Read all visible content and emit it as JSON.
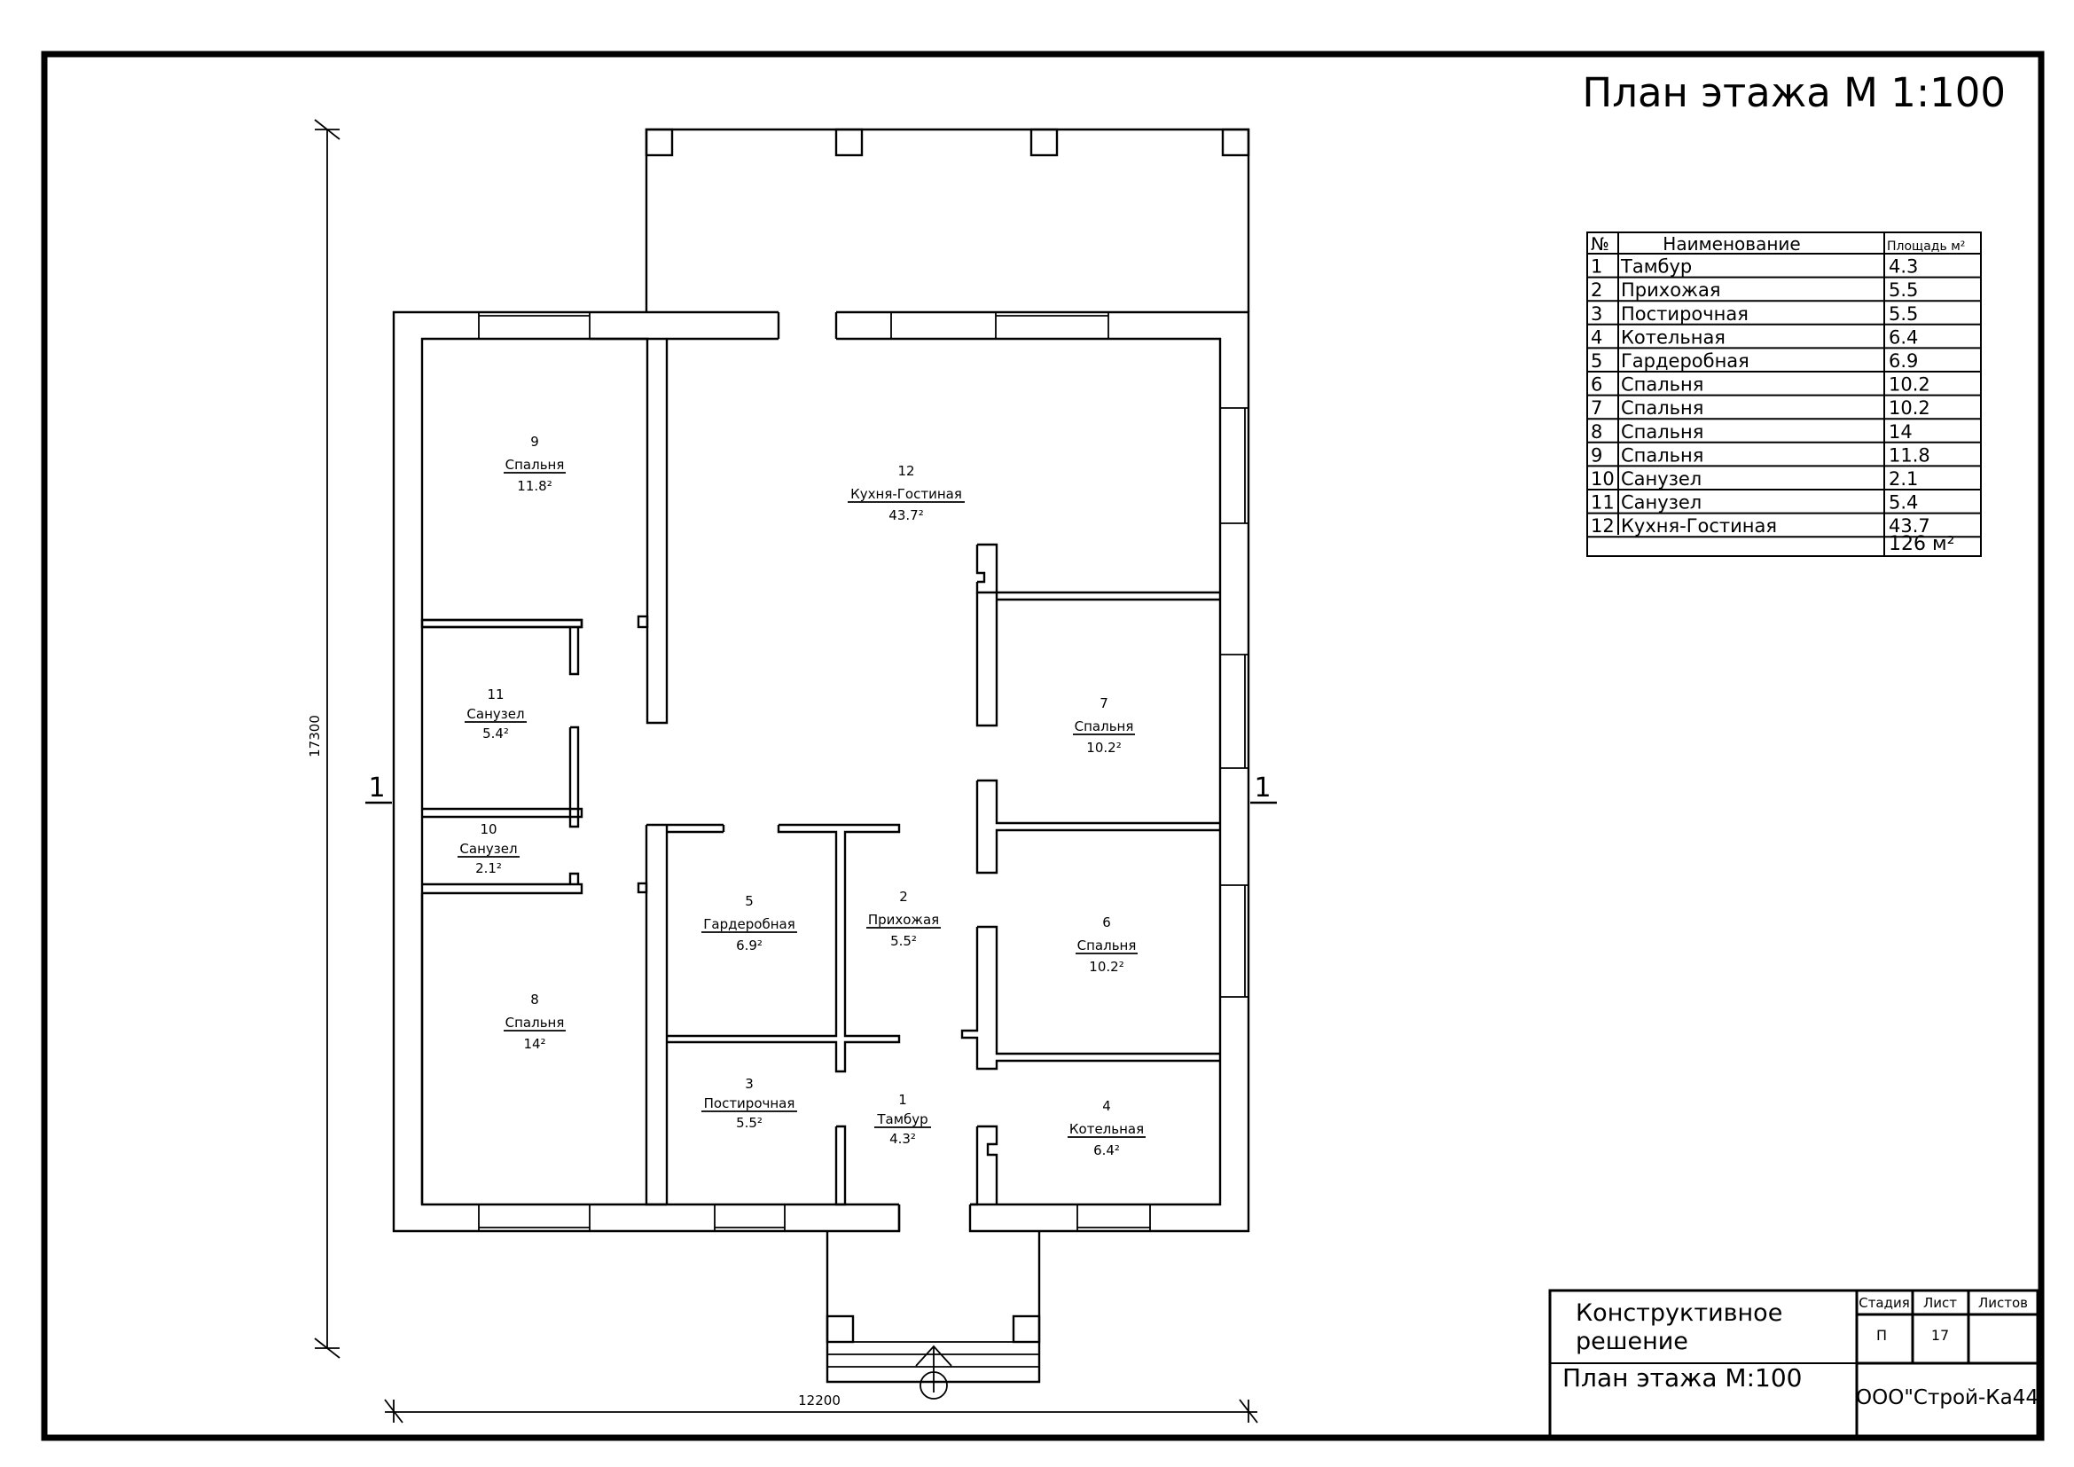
{
  "sheet_title": "План этажа М 1:100",
  "dimensions": {
    "width_label": "12200",
    "height_label": "17300"
  },
  "section_marks": [
    "1",
    "1"
  ],
  "rooms": [
    {
      "num": "1",
      "name": "Тамбур",
      "area": "4.3²"
    },
    {
      "num": "2",
      "name": "Прихожая",
      "area": "5.5²"
    },
    {
      "num": "3",
      "name": "Постирочная",
      "area": "5.5²"
    },
    {
      "num": "4",
      "name": "Котельная",
      "area": "6.4²"
    },
    {
      "num": "5",
      "name": "Гардеробная",
      "area": "6.9²"
    },
    {
      "num": "6",
      "name": "Спальня",
      "area": "10.2²"
    },
    {
      "num": "7",
      "name": "Спальня",
      "area": "10.2²"
    },
    {
      "num": "8",
      "name": "Спальня",
      "area": "14²"
    },
    {
      "num": "9",
      "name": "Спальня",
      "area": "11.8²"
    },
    {
      "num": "10",
      "name": "Санузел",
      "area": "2.1²"
    },
    {
      "num": "11",
      "name": "Санузел",
      "area": "5.4²"
    },
    {
      "num": "12",
      "name": "Кухня-Гостиная",
      "area": "43.7²"
    }
  ],
  "explication": {
    "headers": [
      "№",
      "Наименование",
      "Площадь м²"
    ],
    "rows": [
      [
        "1",
        "Тамбур",
        "4.3"
      ],
      [
        "2",
        "Прихожая",
        "5.5"
      ],
      [
        "3",
        "Постирочная",
        "5.5"
      ],
      [
        "4",
        "Котельная",
        "6.4"
      ],
      [
        "5",
        "Гардеробная",
        "6.9"
      ],
      [
        "6",
        "Спальня",
        "10.2"
      ],
      [
        "7",
        "Спальня",
        "10.2"
      ],
      [
        "8",
        "Спальня",
        "14"
      ],
      [
        "9",
        "Спальня",
        "11.8"
      ],
      [
        "10",
        "Санузел",
        "2.1"
      ],
      [
        "11",
        "Санузел",
        "5.4"
      ],
      [
        "12",
        "Кухня-Гостиная",
        "43.7"
      ]
    ],
    "total": "126 м²"
  },
  "title_block": {
    "section_name": "Конструктивное решение",
    "section_line1": "Конструктивное",
    "section_line2": "решение",
    "drawing_name": "План этажа М:100",
    "stage_header": "Стадия",
    "sheet_header": "Лист",
    "sheets_header": "Листов",
    "stage": "П",
    "sheet": "17",
    "sheets": "",
    "company": "ООО\"Строй-Ка44"
  }
}
